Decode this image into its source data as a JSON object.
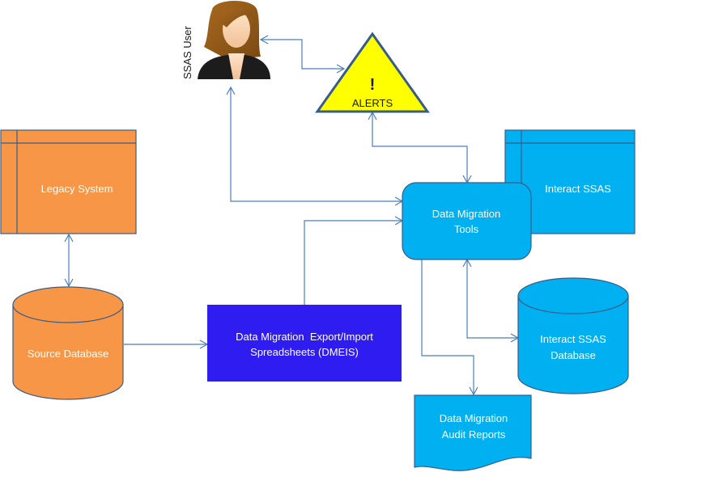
{
  "diagram": {
    "colors": {
      "orange": "#f79646",
      "cyan": "#00b0f0",
      "blue": "#2e1cf0",
      "yellow": "#ffff00",
      "outline": "#385d8a",
      "connector": "#4a7ebb"
    },
    "nodes": {
      "user": {
        "label": "SSAS User",
        "icon": "user-avatar-icon"
      },
      "alerts": {
        "symbol": "!",
        "label": "ALERTS",
        "icon": "warning-triangle-icon"
      },
      "legacy_system": {
        "label": "Legacy System",
        "shape": "internal-storage"
      },
      "source_database": {
        "label": "Source Database",
        "shape": "cylinder"
      },
      "dmeis": {
        "line1": "Data Migration  Export/Import",
        "line2": "Spreadsheets (DMEIS)",
        "shape": "rectangle"
      },
      "tools": {
        "line1": "Data Migration",
        "line2": "Tools",
        "shape": "rounded-rectangle"
      },
      "interact_ssas": {
        "label": "Interact SSAS",
        "shape": "internal-storage"
      },
      "interact_db": {
        "line1": "Interact SSAS",
        "line2": "Database",
        "shape": "cylinder"
      },
      "audit_reports": {
        "line1": "Data Migration",
        "line2": "Audit Reports",
        "shape": "document"
      }
    },
    "edges": [
      {
        "from": "alerts",
        "to": "user",
        "direction": "both"
      },
      {
        "from": "tools",
        "to": "alerts",
        "direction": "both"
      },
      {
        "from": "tools",
        "to": "user",
        "direction": "both"
      },
      {
        "from": "legacy_system",
        "to": "source_database",
        "direction": "both"
      },
      {
        "from": "source_database",
        "to": "dmeis",
        "direction": "forward"
      },
      {
        "from": "dmeis",
        "to": "tools",
        "direction": "forward"
      },
      {
        "from": "tools",
        "to": "interact_db",
        "direction": "both"
      },
      {
        "from": "tools",
        "to": "audit_reports",
        "direction": "forward"
      }
    ]
  }
}
